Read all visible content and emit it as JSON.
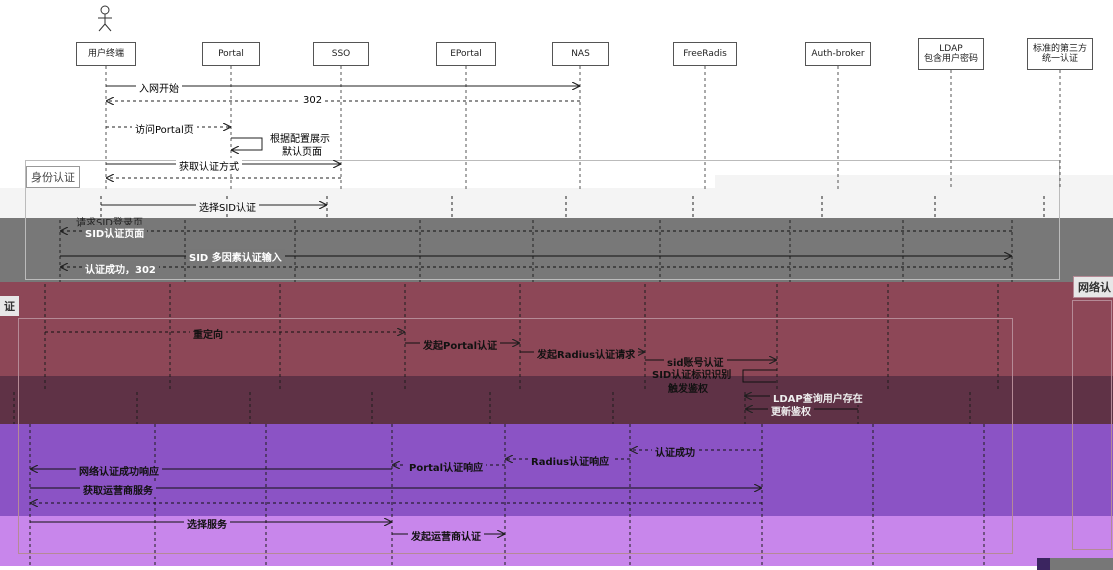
{
  "participants": [
    {
      "id": "terminal",
      "label": "用户终端"
    },
    {
      "id": "portal",
      "label": "Portal"
    },
    {
      "id": "sso",
      "label": "SSO"
    },
    {
      "id": "eportal",
      "label": "EPortal"
    },
    {
      "id": "nas",
      "label": "NAS"
    },
    {
      "id": "freeradis",
      "label": "FreeRadis"
    },
    {
      "id": "authbroker",
      "label": "Auth-broker"
    },
    {
      "id": "ldap",
      "label": "LDAP\n包含用户密码"
    },
    {
      "id": "thirdparty",
      "label": "标准的第三方\n统一认证"
    }
  ],
  "sections": {
    "identity": "身份认证",
    "network_right": "网络认",
    "network_left": "证"
  },
  "messages": {
    "m1": "入网开始",
    "m2": "302",
    "m3": "访问Portal页",
    "m4a": "根据配置展示",
    "m4b": "默认页面",
    "m5": "获取认证方式",
    "m6": "选择SID认证",
    "m7": "请求SID登录页",
    "m8": "SID认证页面",
    "m9": "SID 多因素认证输入",
    "m10": "认证成功，302",
    "m11": "重定向",
    "m12": "发起Portal认证",
    "m13": "发起Radius认证请求",
    "m14": "sid账号认证",
    "m15a": "SID认证标识识别",
    "m15b": "触发鉴权",
    "m16": "LDAP查询用户存在",
    "m17": "更新鉴权",
    "m18": "认证成功",
    "m19": "Radius认证响应",
    "m20": "Portal认证响应",
    "m21": "网络认证成功响应",
    "m22": "获取运营商服务",
    "m23": "选择服务",
    "m24": "发起运营商认证"
  },
  "colors": {
    "gray_band": "#777777",
    "red_band": "#8e4a5a",
    "dark_band": "#603547",
    "purple_band": "#8c55c6",
    "light_purple_band": "#c683ea",
    "line": "#333333"
  }
}
